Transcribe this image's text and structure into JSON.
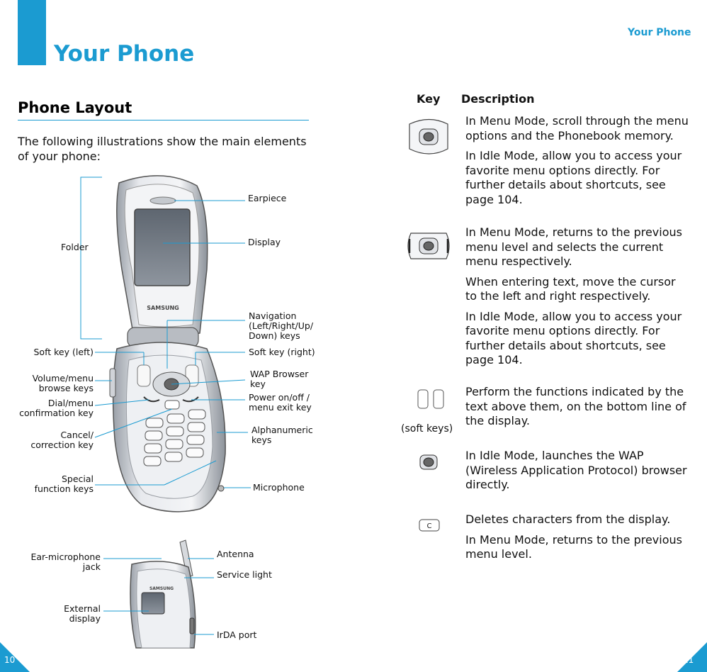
{
  "left_page": {
    "title": "Your Phone",
    "section_title": "Phone Layout",
    "intro": "The following illustrations show the main elements of your phone:",
    "labels_open": {
      "folder": "Folder",
      "earpiece": "Earpiece",
      "display": "Display",
      "navigation": [
        "Navigation",
        "(Left/Right/Up/",
        "Down) keys"
      ],
      "soft_key_left": "Soft key (left)",
      "soft_key_right": "Soft key (right)",
      "volume": [
        "Volume/menu",
        "browse keys"
      ],
      "wap": [
        "WAP Browser",
        "key"
      ],
      "dial": [
        "Dial/menu",
        "confirmation key"
      ],
      "power": [
        "Power on/off /",
        "menu exit key"
      ],
      "cancel": [
        "Cancel/",
        "correction key"
      ],
      "alphanumeric": [
        "Alphanumeric",
        "keys"
      ],
      "special": [
        "Special",
        "function keys"
      ],
      "microphone": "Microphone"
    },
    "labels_closed": {
      "ear_mic": [
        "Ear-microphone",
        "jack"
      ],
      "antenna": "Antenna",
      "service_light": "Service light",
      "external_display": [
        "External",
        "display"
      ],
      "irda": "IrDA port"
    },
    "brand": "SAMSUNG",
    "page_number": "10"
  },
  "right_page": {
    "running_head": "Your Phone",
    "table_headers": {
      "key": "Key",
      "description": "Description"
    },
    "rows": [
      {
        "icon": "nav-key-vertical-icon",
        "paras": [
          "In Menu Mode, scroll through the menu options and the Phonebook memory.",
          "In Idle Mode, allow you to access your favorite menu options directly. For further details about shortcuts, see page 104."
        ]
      },
      {
        "icon": "nav-key-horizontal-icon",
        "paras": [
          "In Menu Mode, returns to the previous menu level and selects the current menu respectively.",
          "When entering text, move the cursor to the left and right respectively.",
          "In Idle Mode, allow you to access your favorite menu options directly. For further details about shortcuts, see page 104."
        ]
      },
      {
        "icon": "soft-keys-icon",
        "caption": "(soft keys)",
        "paras": [
          "Perform the functions indicated by the text above them, on the bottom line of the display."
        ]
      },
      {
        "icon": "wap-key-icon",
        "paras": [
          "In Idle Mode, launches the WAP (Wireless Application Protocol) browser directly."
        ]
      },
      {
        "icon": "c-key-icon",
        "key_glyph": "C",
        "paras": [
          "Deletes characters from the display.",
          "In Menu Mode, returns to the previous menu level."
        ]
      }
    ],
    "page_number": "11"
  },
  "colors": {
    "accent": "#1b9bd1"
  }
}
